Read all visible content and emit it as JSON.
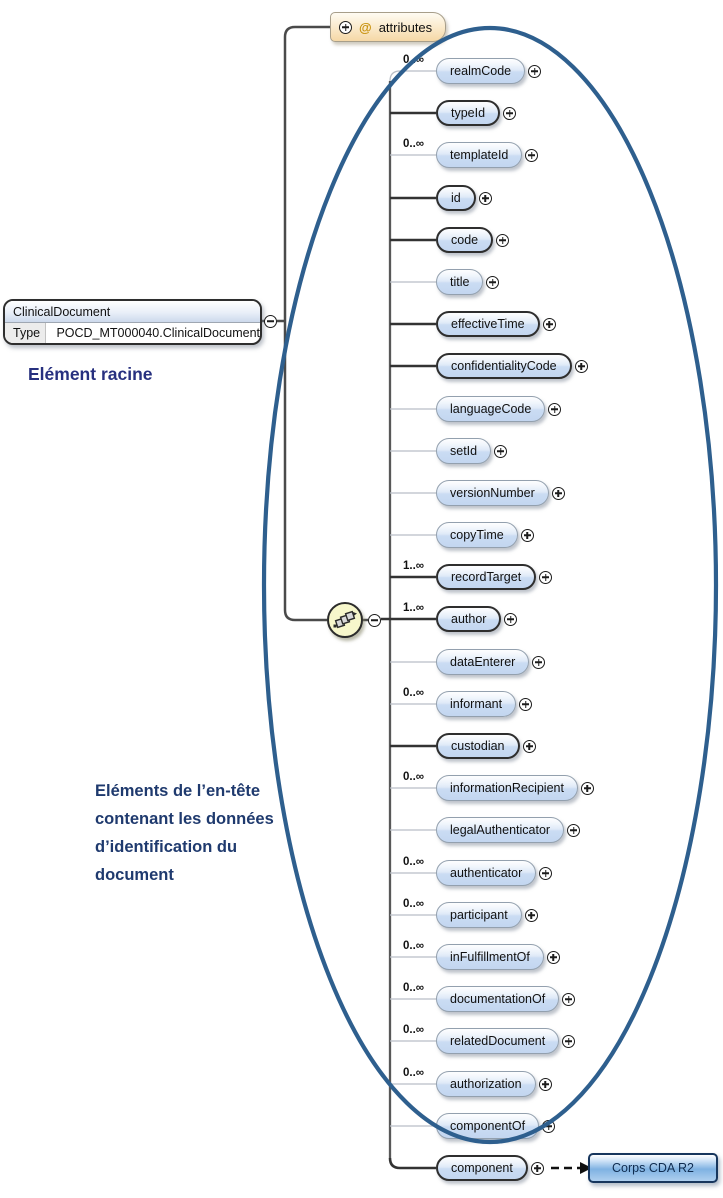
{
  "root_node": {
    "name": "ClinicalDocument",
    "type_label": "Type",
    "type_value": "POCD_MT000040.ClinicalDocument"
  },
  "root_caption": "Elément racine",
  "attributes_node": {
    "at": "@",
    "label": "attributes"
  },
  "header_annotation": "Eléments de l’en-tête contenant les données d’identification du document",
  "children": [
    {
      "name": "realmCode",
      "cardinality": "0..∞",
      "required": false
    },
    {
      "name": "typeId",
      "cardinality": "",
      "required": true
    },
    {
      "name": "templateId",
      "cardinality": "0..∞",
      "required": false
    },
    {
      "name": "id",
      "cardinality": "",
      "required": true
    },
    {
      "name": "code",
      "cardinality": "",
      "required": true
    },
    {
      "name": "title",
      "cardinality": "",
      "required": false
    },
    {
      "name": "effectiveTime",
      "cardinality": "",
      "required": true
    },
    {
      "name": "confidentialityCode",
      "cardinality": "",
      "required": true
    },
    {
      "name": "languageCode",
      "cardinality": "",
      "required": false
    },
    {
      "name": "setId",
      "cardinality": "",
      "required": false
    },
    {
      "name": "versionNumber",
      "cardinality": "",
      "required": false
    },
    {
      "name": "copyTime",
      "cardinality": "",
      "required": false
    },
    {
      "name": "recordTarget",
      "cardinality": "1..∞",
      "required": true
    },
    {
      "name": "author",
      "cardinality": "1..∞",
      "required": true
    },
    {
      "name": "dataEnterer",
      "cardinality": "",
      "required": false
    },
    {
      "name": "informant",
      "cardinality": "0..∞",
      "required": false
    },
    {
      "name": "custodian",
      "cardinality": "",
      "required": true
    },
    {
      "name": "informationRecipient",
      "cardinality": "0..∞",
      "required": false
    },
    {
      "name": "legalAuthenticator",
      "cardinality": "",
      "required": false
    },
    {
      "name": "authenticator",
      "cardinality": "0..∞",
      "required": false
    },
    {
      "name": "participant",
      "cardinality": "0..∞",
      "required": false
    },
    {
      "name": "inFulfillmentOf",
      "cardinality": "0..∞",
      "required": false
    },
    {
      "name": "documentationOf",
      "cardinality": "0..∞",
      "required": false
    },
    {
      "name": "relatedDocument",
      "cardinality": "0..∞",
      "required": false
    },
    {
      "name": "authorization",
      "cardinality": "0..∞",
      "required": false
    },
    {
      "name": "componentOf",
      "cardinality": "",
      "required": false
    },
    {
      "name": "component",
      "cardinality": "",
      "required": true
    }
  ],
  "body_node": {
    "label": "Corps CDA R2"
  },
  "icons": {
    "expand": "plus-circle",
    "collapse": "minus-circle",
    "sequence": "sequence-indicator",
    "attribute_marker": "at-sign"
  },
  "colors": {
    "ellipse_stroke": "#2e5f8e",
    "pill_fill": "#cadcf3",
    "required_border": "#2e2e2e",
    "optional_border": "#93a0ae",
    "attributes_fill": "#f5d8a6",
    "navy_text": "#1f3a6e",
    "racine_text": "#27307f",
    "body_box_fill": "#7fb2e2",
    "body_box_border": "#17365d"
  }
}
